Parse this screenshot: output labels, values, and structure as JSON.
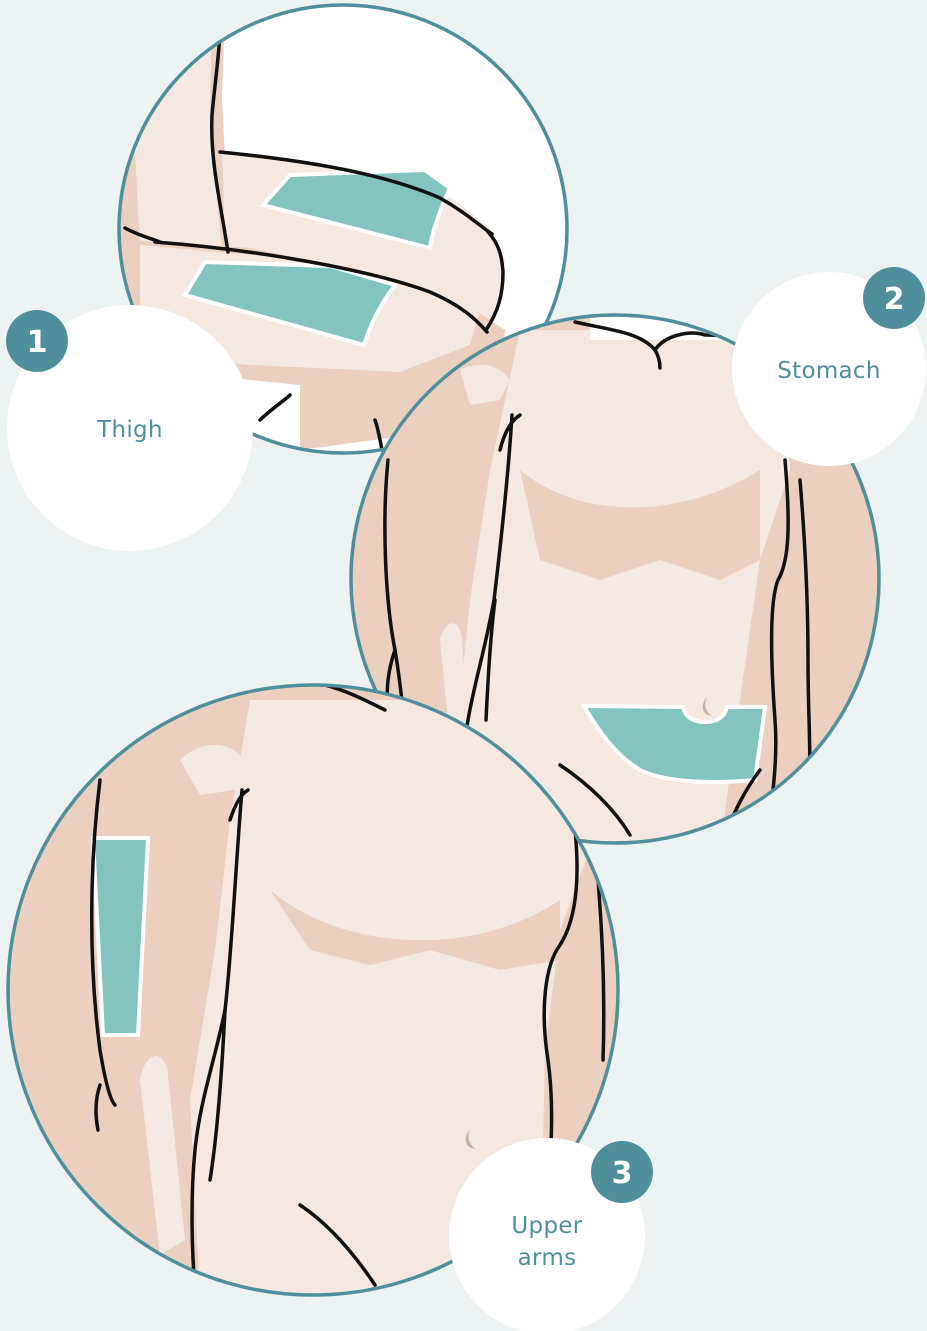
{
  "colors": {
    "background": "#edf2f2",
    "ring": "#4f8f9c",
    "badge": "#4f8f9c",
    "label_text": "#4f8f9c",
    "skin_base": "#f4e8e0",
    "skin_shadow": "#ebcfbf",
    "injection_area": "#83c4bf",
    "outline": "#111111"
  },
  "sites": [
    {
      "number": "1",
      "label": "Thigh"
    },
    {
      "number": "2",
      "label": "Stomach"
    },
    {
      "number": "3",
      "label_line1": "Upper",
      "label_line2": "arms"
    }
  ]
}
